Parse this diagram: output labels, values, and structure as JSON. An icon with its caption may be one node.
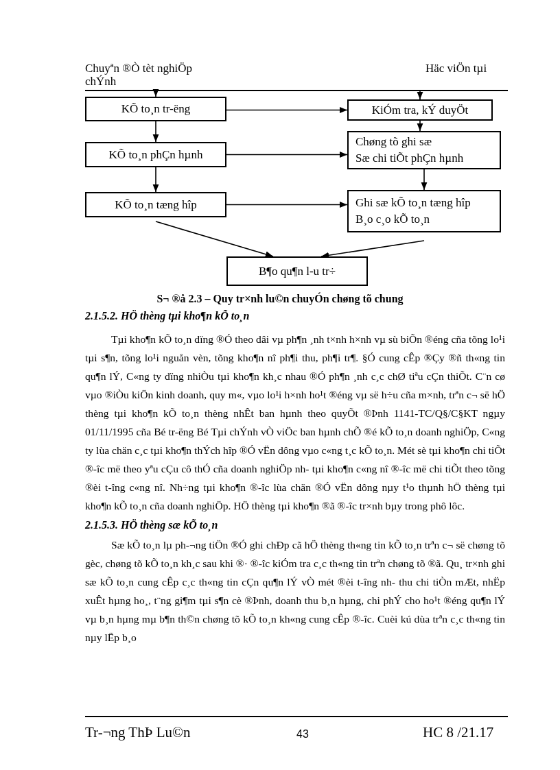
{
  "diagram": {
    "caption": "S¬ ®å 2.3 – Quy tr×nh lu©n chuyÓn chøng tõ chung",
    "nodes": [
      {
        "text": [
          "KÕ to¸n tr-ëng"
        ]
      },
      {
        "text": [
          "KiÓm tra, kÝ duyÖt"
        ]
      },
      {
        "text": [
          "KÕ to¸n phÇn hµnh"
        ]
      },
      {
        "text": [
          "Chøng tõ ghi sæ",
          "Sæ chi tiÕt phÇn hµnh"
        ]
      },
      {
        "text": [
          "KÕ to¸n tæng hîp"
        ]
      },
      {
        "text": [
          "Ghi sæ kÕ to¸n tæng hîp",
          "B¸o c¸o kÕ to¸n"
        ]
      },
      {
        "text": [
          "B¶o qu¶n l-u tr÷"
        ]
      }
    ],
    "edges": [
      {
        "from": null,
        "to": 0,
        "arrow": "to"
      },
      {
        "from": null,
        "to": 1,
        "arrow": "to"
      },
      {
        "from": 0,
        "to": 1,
        "arrow": "to"
      },
      {
        "from": 0,
        "to": 2,
        "arrow": "to"
      },
      {
        "from": 1,
        "to": 3,
        "arrow": "to"
      },
      {
        "from": 2,
        "to": 3,
        "arrow": "to"
      },
      {
        "from": 2,
        "to": 4,
        "arrow": "to"
      },
      {
        "from": 3,
        "to": 5,
        "arrow": "to"
      },
      {
        "from": 4,
        "to": 5,
        "arrow": "to"
      },
      {
        "from": 4,
        "to": 6,
        "arrow": "to"
      },
      {
        "from": 5,
        "to": 6,
        "arrow": "to"
      }
    ],
    "labels": [
      "Chuyªn ®Ò tèt nghiÖp",
      "Häc viÖn tµi",
      "chÝnh",
      "2.1.5.2. HÖ thèng tµi kho¶n kÕ to¸n",
      "Tµi kho¶n kÕ to¸n dïng ®Ó theo dâi vµ ph¶n ¸nh t×nh h×nh vµ sù biÕn ®éng cña tõng lo¹i tµi s¶n, tõng lo¹i nguån vèn, tõng kho¶n nî ph¶i thu, ph¶i tr¶. §Ó cung cÊp ®Çy ®ñ th«ng tin qu¶n lÝ, C«ng ty dïng nhiÒu tµi kho¶n kh¸c nhau ®Ó ph¶n ¸nh c¸c chØ tiªu cÇn thiÕt. C¨n cø vµo ®iÒu kiÖn kinh doanh, quy m«, vµo lo¹i h×nh ho¹t ®éng vµ së h÷u cña m×nh, trªn c¬ së hÖ thèng tµi kho¶n kÕ to¸n thèng nhÊt ban hµnh theo quyÕt ®Þnh 1141-TC/Q§/C§KT ngµy 01/11/1995 cña Bé tr-ëng Bé Tµi chÝnh vÒ viÖc ban hµnh chÕ ®é kÕ to¸n doanh nghiÖp, C«ng ty lùa chän c¸c tµi kho¶n thÝch hîp ®Ó vËn dông vµo c«ng t¸c kÕ to¸n. Mét sè tµi kho¶n chi tiÕt ®-îc më theo yªu cÇu cô thÓ cña doanh nghiÖp nh- tµi kho¶n c«ng nî ®-îc më chi tiÕt theo tõng ®èi t-îng c«ng nî. Nh÷ng tµi kho¶n ®-îc lùa chän ®Ó vËn dông nµy t¹o thµnh hÖ thèng tµi kho¶n kÕ to¸n cña doanh nghiÖp. HÖ thèng tµi kho¶n ®ã ®-îc tr×nh bµy trong phô lôc.",
      "2.1.5.3. HÖ thèng sæ kÕ to¸n",
      "Sæ kÕ to¸n lµ ph-¬ng tiÖn ®Ó ghi chÐp cã hÖ thèng th«ng tin kÕ to¸n trªn c¬ së chøng tõ gèc, chøng tõ kÕ to¸n kh¸c sau khi ®· ®-îc kiÓm tra c¸c th«ng tin trªn chøng tõ ®ã. Qu¸ tr×nh ghi sæ kÕ to¸n cung cÊp c¸c th«ng tin cÇn qu¶n lÝ vÒ mét ®èi t-îng nh- thu chi tiÒn mÆt, nhËp xuÊt hµng ho¸, t¨ng gi¶m tµi s¶n cè ®Þnh, doanh thu b¸n hµng, chi phÝ cho ho¹t ®éng qu¶n lÝ vµ b¸n hµng mµ b¶n th©n chøng tõ kÕ to¸n kh«ng cung cÊp ®-îc. Cuèi kú dùa trªn c¸c th«ng tin nµy lËp b¸o",
      "Tr-¬ng ThÞ Lu©n",
      "43",
      "HC 8 /21.17"
    ]
  }
}
